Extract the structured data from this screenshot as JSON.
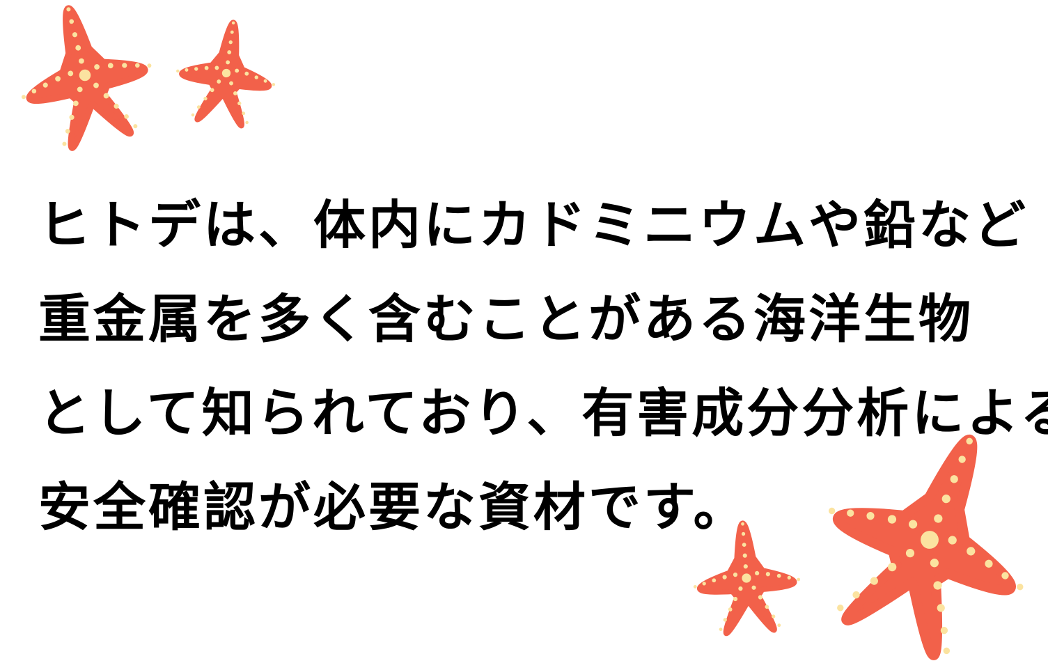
{
  "text": {
    "lines": [
      "ヒトデは、体内にカドミニウムや鉛など",
      "重金属を多く含むことがある海洋生物",
      "として知られており、有害成分分析による",
      "安全確認が必要な資材です。"
    ]
  },
  "colors": {
    "starfish_body": "#f2614a",
    "starfish_dots": "#fbe3a0",
    "text": "#000000",
    "background": "#ffffff"
  },
  "icons": {
    "decoration": "starfish-icon"
  }
}
